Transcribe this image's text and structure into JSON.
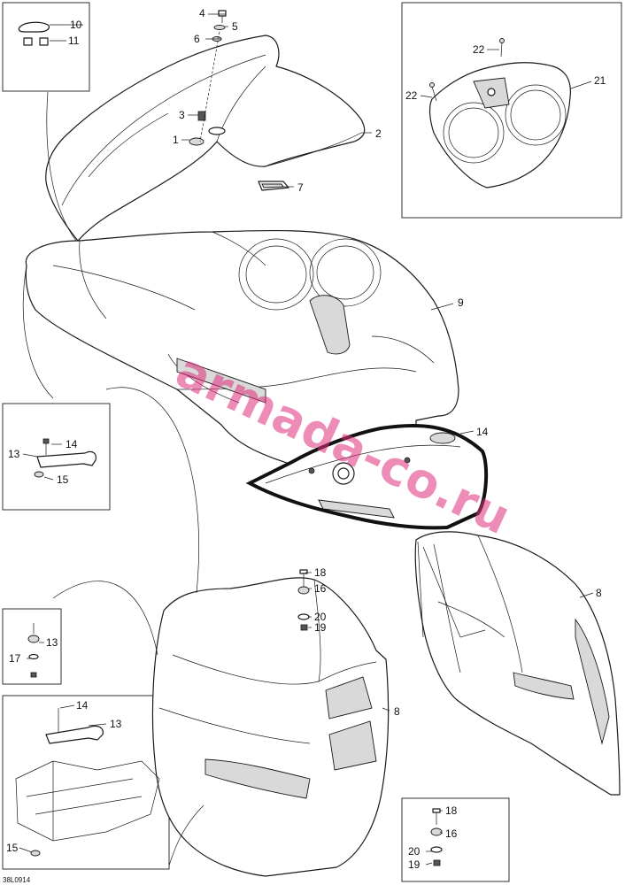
{
  "drawing_number": "38L0914",
  "watermark": "armada-co.ru",
  "callouts": {
    "c1": "1",
    "c2": "2",
    "c3": "3",
    "c4": "4",
    "c5": "5",
    "c6": "6",
    "c7": "7",
    "c8a": "8",
    "c8b": "8",
    "c9": "9",
    "c10": "10",
    "c11": "11",
    "c13a": "13",
    "c13b": "13",
    "c13c": "13",
    "c14a": "14",
    "c14b": "14",
    "c14c": "14",
    "c15a": "15",
    "c15b": "15",
    "c16a": "16",
    "c16b": "16",
    "c17": "17",
    "c18a": "18",
    "c18b": "18",
    "c19a": "19",
    "c19b": "19",
    "c20a": "20",
    "c20b": "20",
    "c21": "21",
    "c22a": "22",
    "c22b": "22"
  }
}
